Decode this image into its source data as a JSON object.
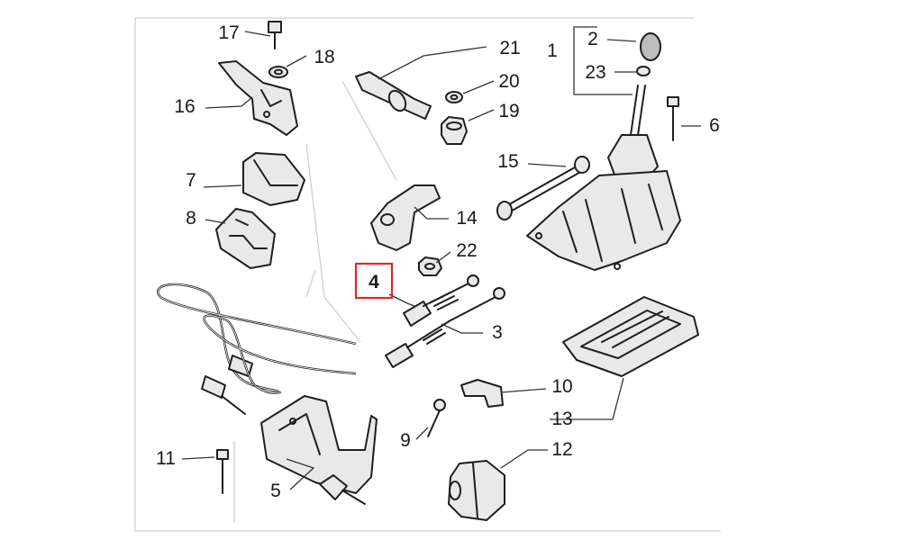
{
  "diagram": {
    "highlight_color": "#e0262b",
    "labels": {
      "l1": "1",
      "l2": "2",
      "l3": "3",
      "l4": "4",
      "l5": "5",
      "l6": "6",
      "l7": "7",
      "l8": "8",
      "l9": "9",
      "l10": "10",
      "l11": "11",
      "l12": "12",
      "l13": "13",
      "l14": "14",
      "l15": "15",
      "l16": "16",
      "l17": "17",
      "l18": "18",
      "l19": "19",
      "l20": "20",
      "l21": "21",
      "l22": "22",
      "l23": "23"
    }
  }
}
